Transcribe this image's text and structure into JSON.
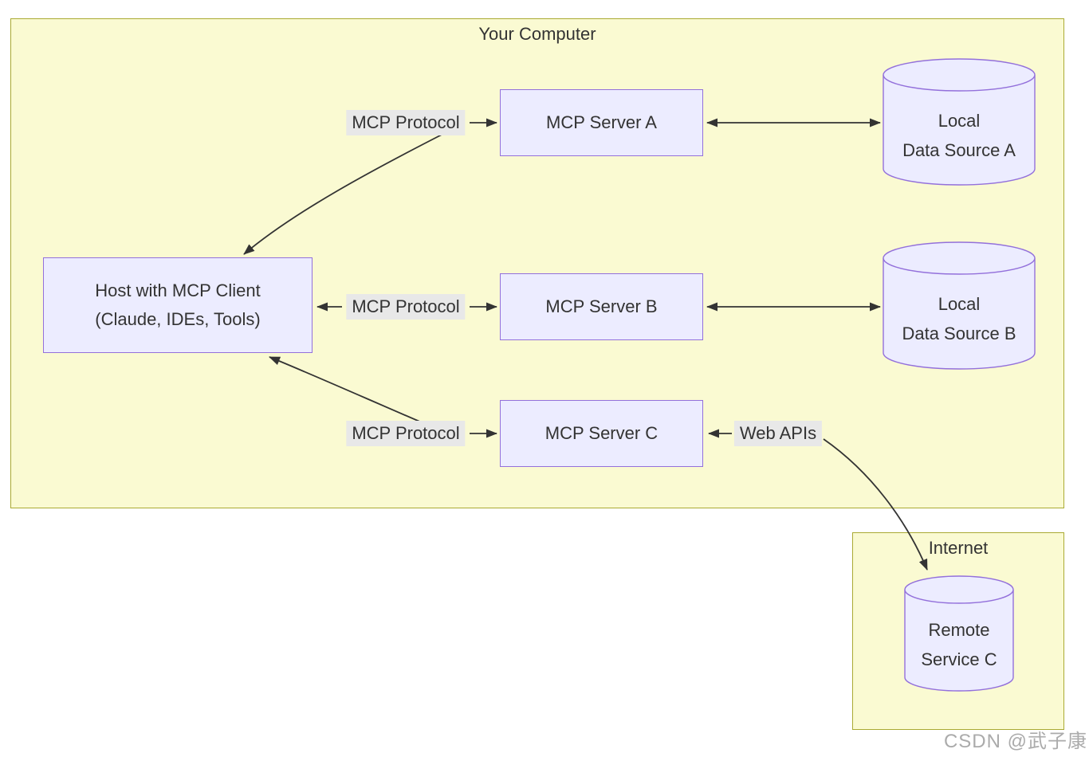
{
  "clusters": {
    "your_computer": {
      "title": "Your Computer"
    },
    "internet": {
      "title": "Internet"
    }
  },
  "nodes": {
    "host": {
      "line1": "Host with MCP Client",
      "line2": "(Claude, IDEs, Tools)"
    },
    "server_a": {
      "label": "MCP Server A"
    },
    "server_b": {
      "label": "MCP Server B"
    },
    "server_c": {
      "label": "MCP Server C"
    },
    "data_source_a": {
      "line1": "Local",
      "line2": "Data Source A"
    },
    "data_source_b": {
      "line1": "Local",
      "line2": "Data Source B"
    },
    "remote_service_c": {
      "line1": "Remote",
      "line2": "Service C"
    }
  },
  "edge_labels": {
    "protocol_a": "MCP Protocol",
    "protocol_b": "MCP Protocol",
    "protocol_c": "MCP Protocol",
    "web_apis": "Web APIs"
  },
  "watermark": "CSDN @武子康",
  "colors": {
    "cluster_fill": "#fafad2",
    "cluster_border": "#aaaa33",
    "node_fill": "#ececff",
    "node_border": "#9370db",
    "edge_label_bg": "#e8e8e8",
    "arrow_color": "#333333",
    "text_color": "#333333",
    "watermark_color": "#ababab"
  }
}
